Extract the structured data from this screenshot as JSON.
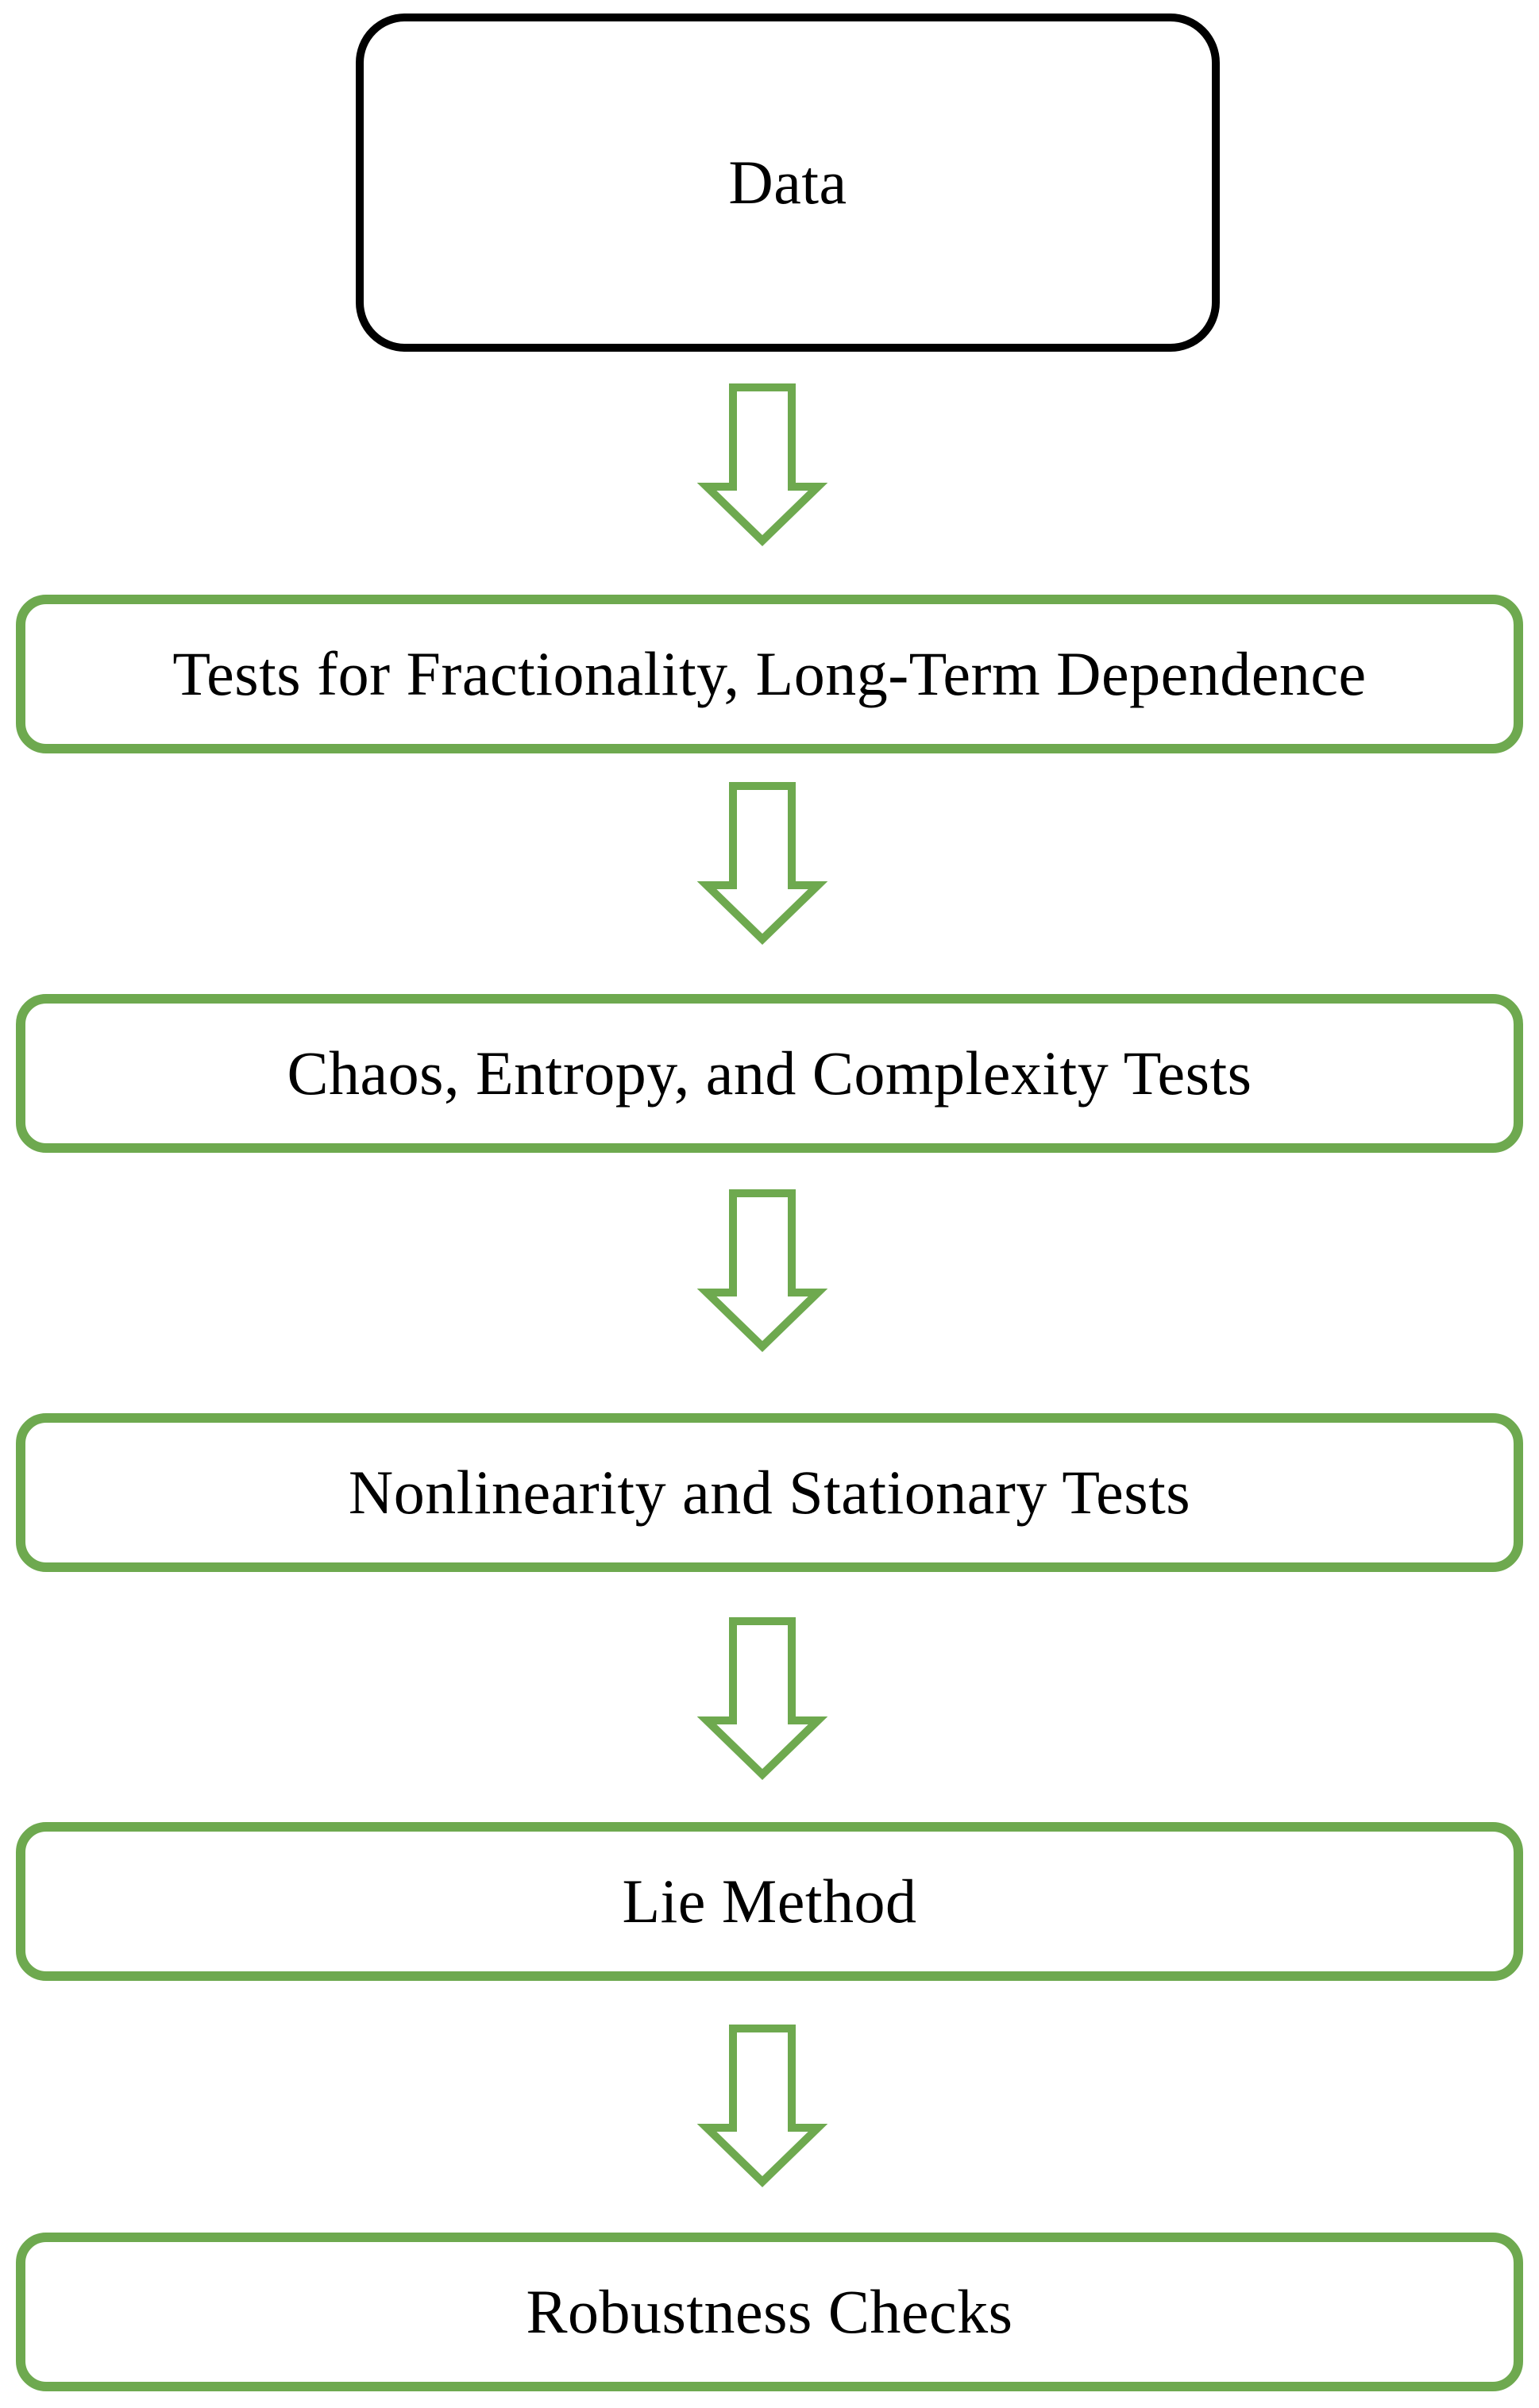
{
  "figure": {
    "type": "flowchart",
    "background": "#ffffff",
    "colors": {
      "accent_green": "#6ea94f",
      "start_node_border": "#000000",
      "text": "#000000",
      "node_fill": "#ffffff"
    },
    "nodes": [
      {
        "id": "data",
        "label": "Data",
        "shape": "rounded-rect",
        "border": "black"
      },
      {
        "id": "fractionality-tests",
        "label": "Tests for Fractionality, Long-Term Dependence",
        "shape": "rounded-rect",
        "border": "green"
      },
      {
        "id": "chaos-entropy-tests",
        "label": "Chaos, Entropy, and Complexity Tests",
        "shape": "rounded-rect",
        "border": "green"
      },
      {
        "id": "nonlinearity-tests",
        "label": "Nonlinearity and Stationary Tests",
        "shape": "rounded-rect",
        "border": "green"
      },
      {
        "id": "lie-method",
        "label": "Lie Method",
        "shape": "rounded-rect",
        "border": "green"
      },
      {
        "id": "robustness-checks",
        "label": "Robustness Checks",
        "shape": "rounded-rect",
        "border": "green"
      }
    ],
    "connectors": [
      {
        "from": "data",
        "to": "fractionality-tests",
        "style": "hollow-block-arrow-down",
        "color": "#6ea94f"
      },
      {
        "from": "fractionality-tests",
        "to": "chaos-entropy-tests",
        "style": "hollow-block-arrow-down",
        "color": "#6ea94f"
      },
      {
        "from": "chaos-entropy-tests",
        "to": "nonlinearity-tests",
        "style": "hollow-block-arrow-down",
        "color": "#6ea94f"
      },
      {
        "from": "nonlinearity-tests",
        "to": "lie-method",
        "style": "hollow-block-arrow-down",
        "color": "#6ea94f"
      },
      {
        "from": "lie-method",
        "to": "robustness-checks",
        "style": "hollow-block-arrow-down",
        "color": "#6ea94f"
      }
    ]
  }
}
